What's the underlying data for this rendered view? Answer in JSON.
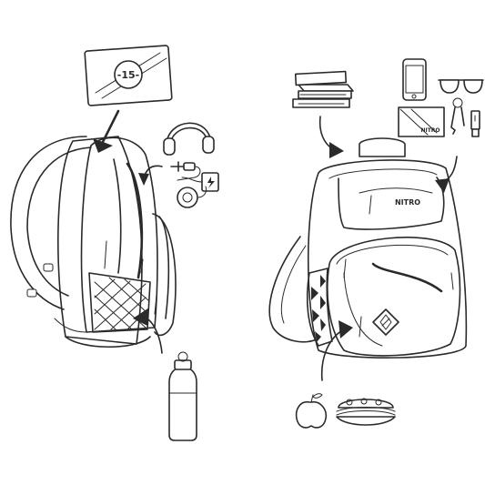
{
  "left_panel": {
    "laptop_badge": "-15-"
  },
  "right_panel": {
    "wallet_brand": "NITRO",
    "backpack_brand": "NITRO"
  },
  "colors": {
    "ink": "#2a2a2a",
    "background": "#ffffff"
  }
}
